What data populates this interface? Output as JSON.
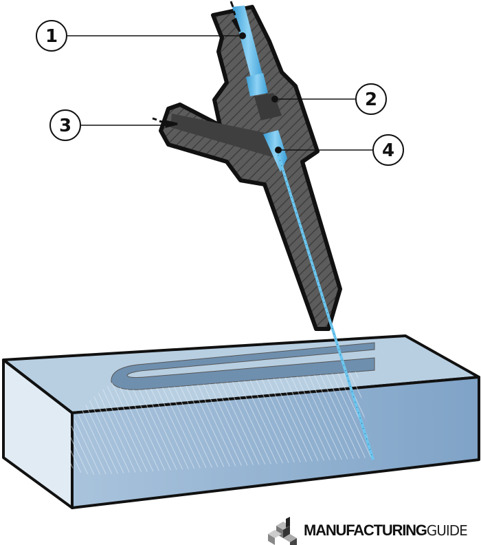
{
  "callouts": [
    {
      "number": "1",
      "part": "water-inlet"
    },
    {
      "number": "2",
      "part": "orifice"
    },
    {
      "number": "3",
      "part": "abrasive-inlet"
    },
    {
      "number": "4",
      "part": "mixing-chamber"
    }
  ],
  "logo": {
    "bold": "MANUFACTURING",
    "light": "GUIDE"
  },
  "colors": {
    "water": "#5bb8e6",
    "nozzle": "#5a5a5a",
    "block_top": "#b9d0e3",
    "block_front": "#8fb0cf",
    "block_side": "#dfe9f2"
  }
}
